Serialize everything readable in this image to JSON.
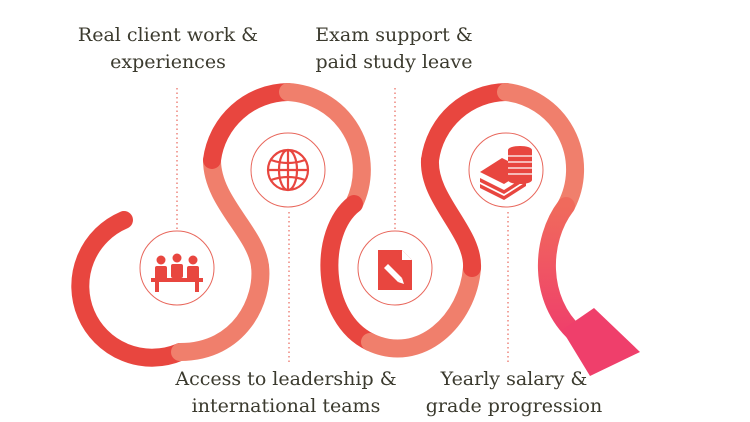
{
  "benefits": [
    {
      "line1": "Real client work &",
      "line2": "experiences",
      "icon": "meeting-people-icon"
    },
    {
      "line1": "Exam support &",
      "line2": "paid study leave",
      "icon": "document-pencil-icon"
    },
    {
      "line1": "Access to leadership &",
      "line2": "international teams",
      "icon": "globe-icon"
    },
    {
      "line1": "Yearly salary &",
      "line2": "grade progression",
      "icon": "money-coins-icon"
    }
  ],
  "colors": {
    "primary_red": "#e8463f",
    "light_red": "#f07f6c",
    "pink_arrow": "#ef3f6b",
    "text": "#3b3a2e",
    "guide_line": "#e8675c"
  }
}
